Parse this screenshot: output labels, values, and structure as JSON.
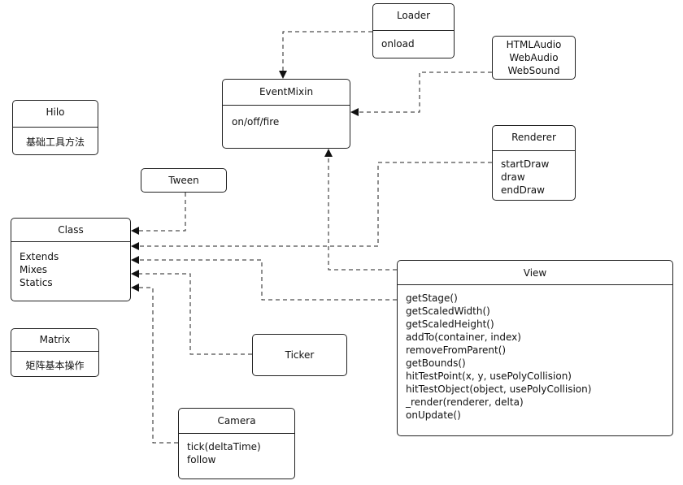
{
  "nodes": {
    "loader": {
      "name": "Loader",
      "members": [
        "onload"
      ]
    },
    "htmlaudio": {
      "members": [
        "HTMLAudio",
        "WebAudio",
        "WebSound"
      ]
    },
    "eventmixin": {
      "name": "EventMixin",
      "members": [
        "on/off/fire"
      ]
    },
    "hilo": {
      "name": "Hilo",
      "members": [
        "基础工具方法"
      ]
    },
    "renderer": {
      "name": "Renderer",
      "members": [
        "startDraw",
        "draw",
        "endDraw"
      ]
    },
    "tween": {
      "name": "Tween"
    },
    "class": {
      "name": "Class",
      "members": [
        "Extends",
        "Mixes",
        "Statics"
      ]
    },
    "view": {
      "name": "View",
      "members": [
        "getStage()",
        "getScaledWidth()",
        "getScaledHeight()",
        "addTo(container, index)",
        "removeFromParent()",
        "getBounds()",
        "hitTestPoint(x, y, usePolyCollision)",
        "hitTestObject(object, usePolyCollision)",
        "_render(renderer, delta)",
        "onUpdate()"
      ]
    },
    "matrix": {
      "name": "Matrix",
      "members": [
        "矩阵基本操作"
      ]
    },
    "ticker": {
      "name": "Ticker"
    },
    "camera": {
      "name": "Camera",
      "members": [
        "tick(deltaTime)",
        "follow"
      ]
    }
  },
  "edges": [
    {
      "from": "loader",
      "to": "eventmixin"
    },
    {
      "from": "htmlaudio",
      "to": "eventmixin"
    },
    {
      "from": "view",
      "to": "eventmixin"
    },
    {
      "from": "tween",
      "to": "class"
    },
    {
      "from": "renderer",
      "to": "class"
    },
    {
      "from": "view",
      "to": "class"
    },
    {
      "from": "ticker",
      "to": "class"
    },
    {
      "from": "camera",
      "to": "class"
    }
  ]
}
